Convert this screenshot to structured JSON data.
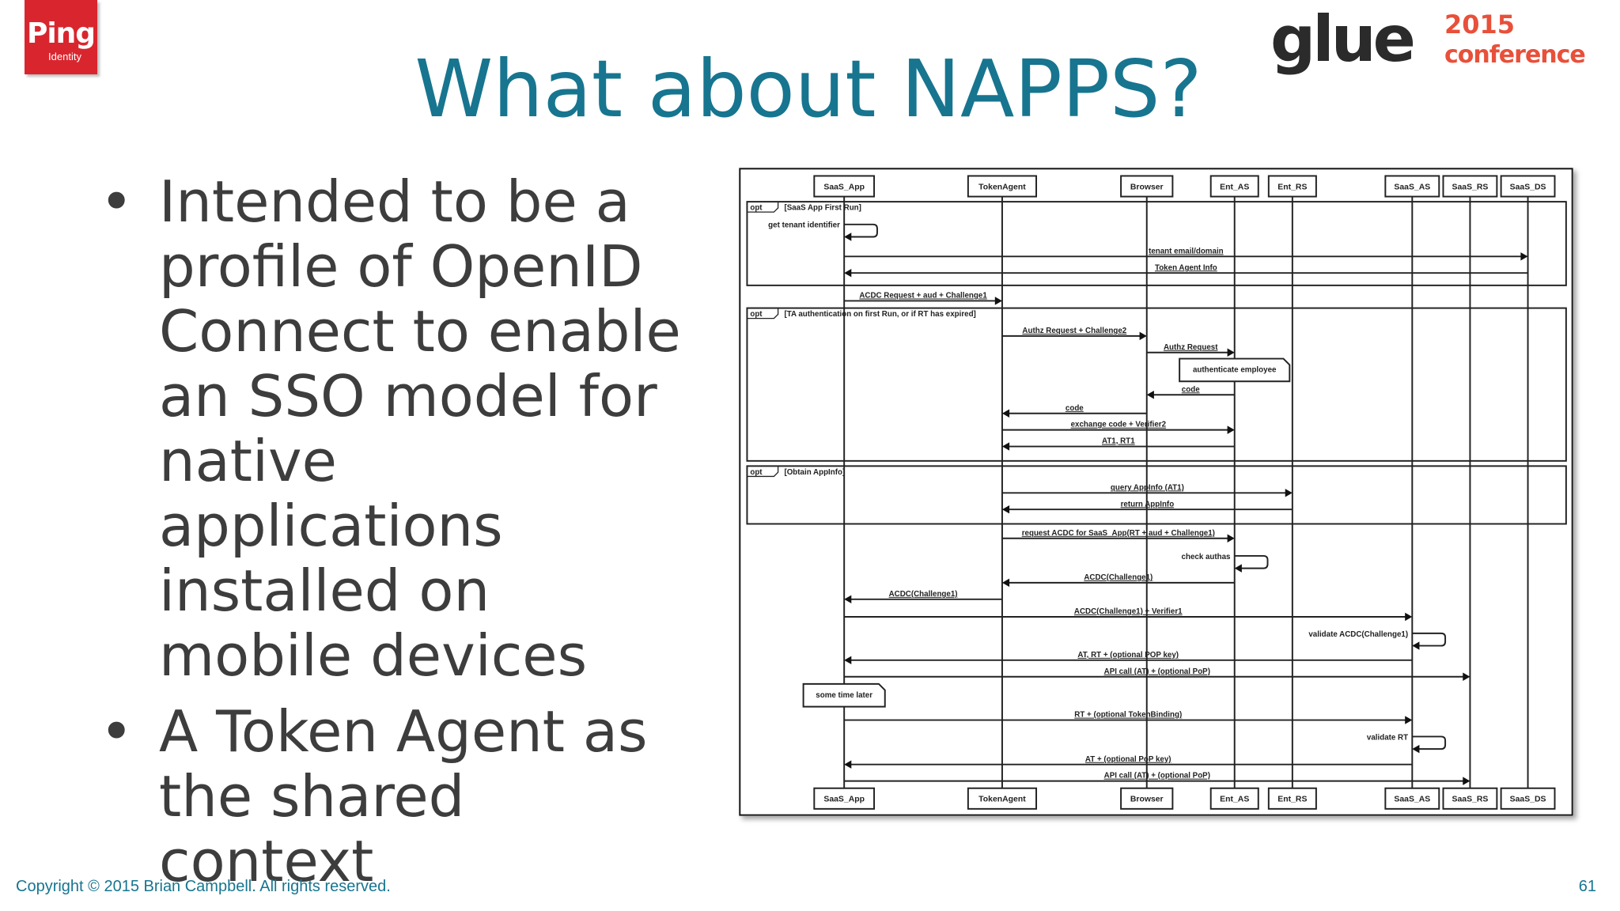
{
  "logos": {
    "ping": {
      "text": "Ping",
      "subtext": "Identity",
      "color": "#d9262e"
    },
    "glue": {
      "text": "glue",
      "year": "2015",
      "subtext": "conference",
      "accent": "#e8503a"
    }
  },
  "title": "What about NAPPS?",
  "bullets": [
    {
      "symbol": "•",
      "text": "Intended to be a profile of OpenID Connect to enable an SSO model for native applications installed on mobile devices"
    },
    {
      "symbol": "•",
      "text": "A Token Agent as the shared context"
    }
  ],
  "diagram": {
    "participants": [
      "SaaS_App",
      "TokenAgent",
      "Browser",
      "Ent_AS",
      "Ent_RS",
      "SaaS_AS",
      "SaaS_RS",
      "SaaS_DS"
    ],
    "frames": [
      {
        "tag": "opt",
        "guard": "[SaaS App First Run]"
      },
      {
        "tag": "opt",
        "guard": "[TA authentication on first Run, or if RT has expired]"
      },
      {
        "tag": "opt",
        "guard": "[Obtain AppInfo]"
      }
    ],
    "messages": [
      {
        "from": "SaaS_App",
        "to": "SaaS_App",
        "label": "get tenant identifier"
      },
      {
        "from": "SaaS_App",
        "to": "SaaS_DS",
        "label": "tenant email/domain"
      },
      {
        "from": "SaaS_DS",
        "to": "SaaS_App",
        "label": "Token Agent Info"
      },
      {
        "from": "SaaS_App",
        "to": "TokenAgent",
        "label": "ACDC Request + aud + Challenge1"
      },
      {
        "from": "TokenAgent",
        "to": "Browser",
        "label": "Authz Request + Challenge2"
      },
      {
        "from": "Browser",
        "to": "Ent_AS",
        "label": "Authz Request"
      },
      {
        "note": "Ent_AS",
        "label": "authenticate employee"
      },
      {
        "from": "Ent_AS",
        "to": "Browser",
        "label": "code"
      },
      {
        "from": "Browser",
        "to": "TokenAgent",
        "label": "code"
      },
      {
        "from": "TokenAgent",
        "to": "Ent_AS",
        "label": "exchange code + Verifier2"
      },
      {
        "from": "Ent_AS",
        "to": "TokenAgent",
        "label": "AT1, RT1"
      },
      {
        "from": "TokenAgent",
        "to": "Ent_RS",
        "label": "query AppInfo (AT1)"
      },
      {
        "from": "Ent_RS",
        "to": "TokenAgent",
        "label": "return AppInfo"
      },
      {
        "from": "TokenAgent",
        "to": "Ent_AS",
        "label": "request ACDC for SaaS_App(RT + aud + Challenge1)"
      },
      {
        "from": "Ent_AS",
        "to": "Ent_AS",
        "label": "check authas"
      },
      {
        "from": "Ent_AS",
        "to": "TokenAgent",
        "label": "ACDC(Challenge1)"
      },
      {
        "from": "TokenAgent",
        "to": "SaaS_App",
        "label": "ACDC(Challenge1)"
      },
      {
        "from": "SaaS_App",
        "to": "SaaS_AS",
        "label": "ACDC(Challenge1) + Verifier1"
      },
      {
        "from": "SaaS_AS",
        "to": "SaaS_AS",
        "label": "validate ACDC(Challenge1)"
      },
      {
        "from": "SaaS_AS",
        "to": "SaaS_App",
        "label": "AT, RT + (optional POP key)"
      },
      {
        "from": "SaaS_App",
        "to": "SaaS_RS",
        "label": "API call (AT) + (optional PoP)"
      },
      {
        "note": "SaaS_App",
        "label": "some time later"
      },
      {
        "from": "SaaS_App",
        "to": "SaaS_AS",
        "label": "RT + (optional TokenBinding)"
      },
      {
        "from": "SaaS_AS",
        "to": "SaaS_AS",
        "label": "validate RT"
      },
      {
        "from": "SaaS_AS",
        "to": "SaaS_App",
        "label": "AT + (optional PoP key)"
      },
      {
        "from": "SaaS_App",
        "to": "SaaS_RS",
        "label": "API call (AT) + (optional PoP)"
      }
    ]
  },
  "footer": {
    "copyright": "Copyright © 2015 Brian Campbell. All rights reserved.",
    "page_number": "61"
  },
  "colors": {
    "title": "#17758f",
    "body_text": "#3d3d3d"
  }
}
